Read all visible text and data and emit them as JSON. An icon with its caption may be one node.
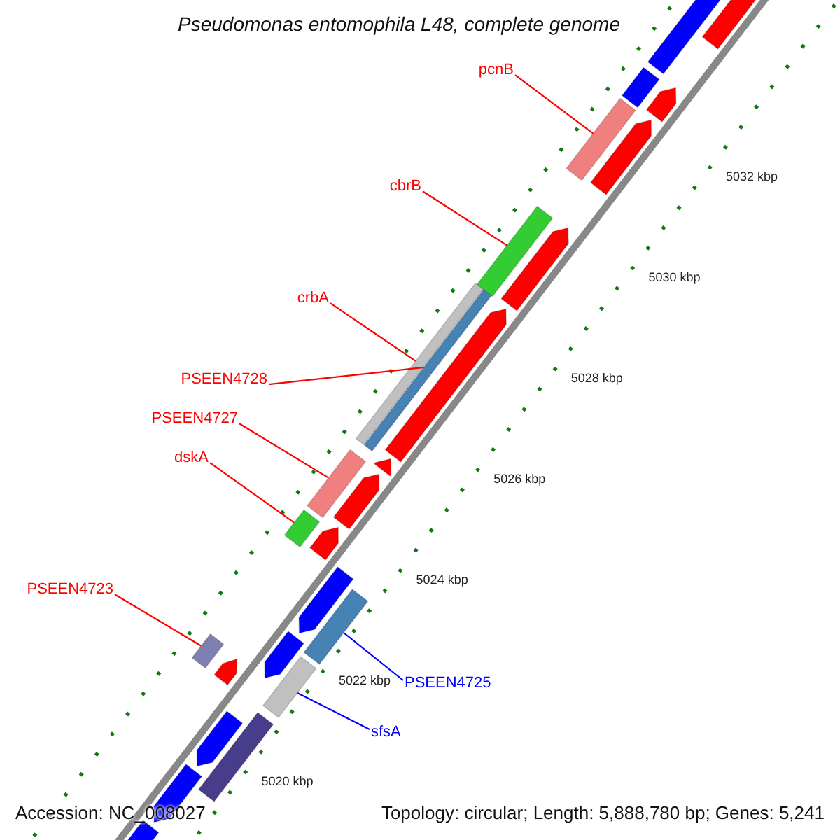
{
  "diagram": {
    "title": "Pseudomonas entomophila L48, complete genome",
    "nodes": [
      {
        "text": [
          "pcnB"
        ]
      },
      {
        "text": [
          "cbrB"
        ]
      },
      {
        "text": [
          "crbA"
        ]
      },
      {
        "text": [
          "PSEEN4728"
        ]
      },
      {
        "text": [
          "PSEEN4727"
        ]
      },
      {
        "text": [
          "dskA"
        ]
      },
      {
        "text": [
          "PSEEN4723"
        ]
      },
      {
        "text": [
          "PSEEN4725"
        ]
      },
      {
        "text": [
          "sfsA"
        ]
      },
      {
        "text": [],
        "shape": "bar"
      },
      {
        "text": [],
        "shape": "bar"
      },
      {
        "text": [],
        "shape": "bar"
      },
      {
        "text": [],
        "shape": "bar"
      },
      {
        "text": [],
        "shape": "bar"
      },
      {
        "text": [],
        "shape": "bar"
      },
      {
        "text": [],
        "shape": "bar"
      },
      {
        "text": [],
        "shape": "bar"
      },
      {
        "text": [],
        "shape": "bar"
      },
      {
        "text": [],
        "shape": "bar"
      },
      {
        "text": [],
        "shape": "bar"
      },
      {
        "text": [],
        "shape": "bar"
      },
      {
        "text": [],
        "shape": "bar"
      },
      {
        "text": [],
        "shape": "bar"
      },
      {
        "text": [],
        "shape": "bar"
      },
      {
        "text": [],
        "shape": "bar"
      },
      {
        "text": [],
        "shape": "bar"
      },
      {
        "text": [],
        "shape": "bar"
      },
      {
        "text": [],
        "shape": "bar"
      },
      {
        "text": [],
        "shape": "bar"
      },
      {
        "text": [],
        "shape": "bar"
      },
      {
        "text": [],
        "shape": "bar"
      },
      {
        "text": [],
        "shape": "bar"
      },
      {
        "text": [],
        "shape": "bar"
      },
      {
        "text": [],
        "shape": "bar"
      },
      {
        "text": [],
        "shape": "bar"
      }
    ],
    "edges": [
      {
        "from": 0,
        "to": 13,
        "arrow": "none"
      },
      {
        "from": 1,
        "to": 15,
        "arrow": "none"
      },
      {
        "from": 2,
        "to": 17,
        "arrow": "none"
      },
      {
        "from": 3,
        "to": 18,
        "arrow": "none"
      },
      {
        "from": 4,
        "to": 21,
        "arrow": "none"
      },
      {
        "from": 5,
        "to": 23,
        "arrow": "none"
      },
      {
        "from": 6,
        "to": 27,
        "arrow": "none"
      },
      {
        "from": 7,
        "to": 26,
        "arrow": "none",
        "color": "#0000ff"
      },
      {
        "from": 8,
        "to": 30,
        "arrow": "none",
        "color": "#0000ff"
      }
    ],
    "labels": [
      "5032 kbp",
      "5030 kbp",
      "5028 kbp",
      "5026 kbp",
      "5024 kbp",
      "5022 kbp",
      "5020 kbp",
      "Accession: NC_008027",
      "Topology: circular; Length: 5,888,780 bp; Genes: 5,241"
    ]
  }
}
